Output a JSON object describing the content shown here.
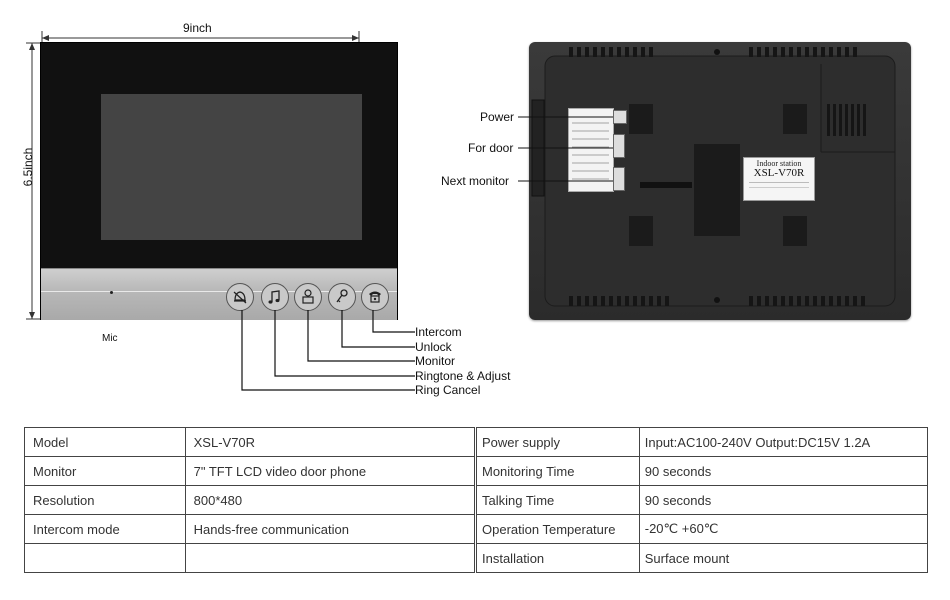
{
  "dimensions": {
    "width_label": "9inch",
    "height_label": "6.5inch"
  },
  "front_labels": {
    "mic": "Mic"
  },
  "buttons": [
    {
      "label": "Intercom",
      "icon": "phone-icon"
    },
    {
      "label": "Unlock",
      "icon": "key-icon"
    },
    {
      "label": "Monitor",
      "icon": "monitor-person-icon"
    },
    {
      "label": "Ringtone & Adjust",
      "icon": "music-note-icon"
    },
    {
      "label": "Ring Cancel",
      "icon": "bell-off-icon"
    }
  ],
  "back_labels": {
    "power": "Power",
    "for_door": "For door",
    "next_monitor": "Next monitor"
  },
  "rating_plate": {
    "title": "Indoor station",
    "model": "XSL-V70R"
  },
  "specs_left": [
    {
      "label": "Model",
      "value": "XSL-V70R"
    },
    {
      "label": "Monitor",
      "value": "7\" TFT LCD video door phone"
    },
    {
      "label": "Resolution",
      "value": "800*480"
    },
    {
      "label": "Intercom mode",
      "value": "Hands-free communication"
    },
    {
      "label": "",
      "value": ""
    }
  ],
  "specs_right": [
    {
      "label": "Power supply",
      "value": "Input:AC100-240V Output:DC15V 1.2A"
    },
    {
      "label": "Monitoring Time",
      "value": "90 seconds"
    },
    {
      "label": "Talking Time",
      "value": "90 seconds"
    },
    {
      "label": "Operation Temperature",
      "value": "-20℃ +60℃"
    },
    {
      "label": "Installation",
      "value": "Surface mount"
    }
  ]
}
